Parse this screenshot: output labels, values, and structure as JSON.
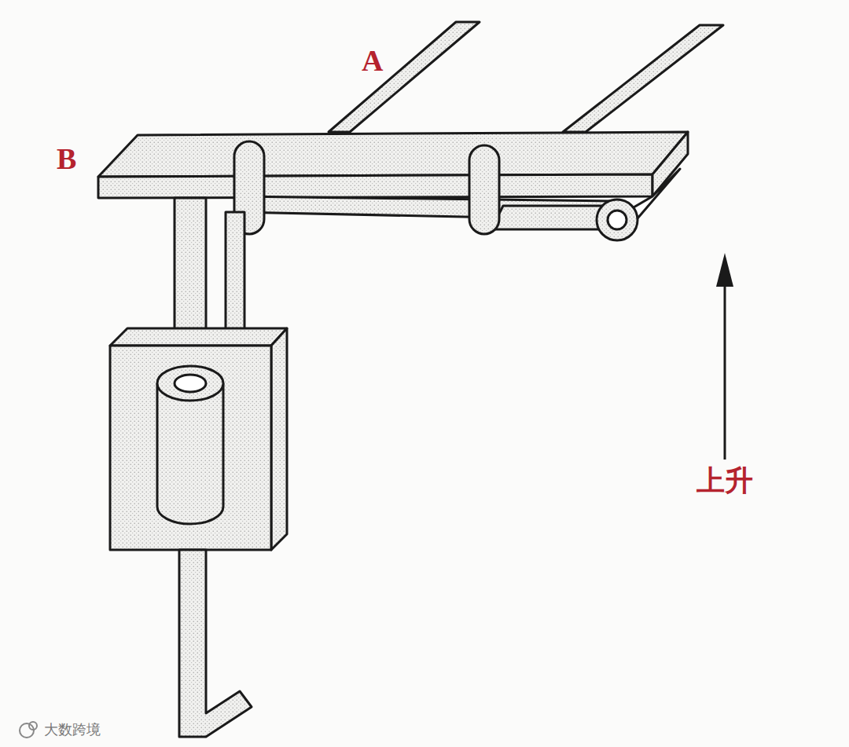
{
  "diagram": {
    "labels": [
      "A",
      "B",
      "上升",
      "大数跨境"
    ]
  }
}
